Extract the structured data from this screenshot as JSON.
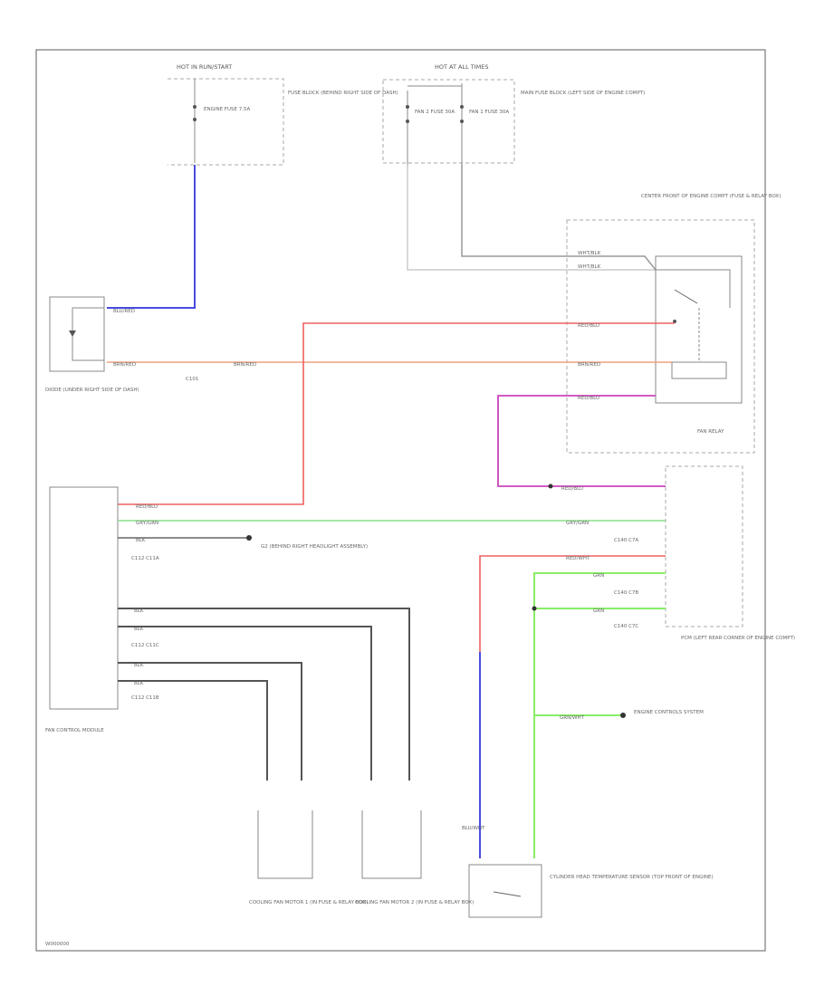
{
  "labels": {
    "hot_run_start": "HOT IN RUN/START",
    "engine_fuse": "ENGINE FUSE 7.5A",
    "fuse_block_dash": "FUSE BLOCK (BEHIND RIGHT SIDE OF DASH)",
    "hot_all_times": "HOT AT ALL TIMES",
    "fan2_fuse": "FAN 2 FUSE 30A",
    "fan1_fuse": "FAN 1 FUSE 30A",
    "main_fuse_block": "MAIN FUSE BLOCK (LEFT SIDE OF ENGINE COMPT)",
    "center_front": "CENTER FRONT OF ENGINE COMPT (FUSE & RELAY BOX)",
    "fan_relay": "FAN RELAY",
    "diode": "DIODE (UNDER RIGHT SIDE OF DASH)",
    "c_split": "C101",
    "g_ground": "G2 (BEHIND RIGHT HEADLIGHT ASSEMBLY)",
    "fan_control_module": "FAN CONTROL MODULE",
    "pcm": "PCM (LEFT REAR CORNER OF ENGINE COMPT)",
    "engine_controls": "ENGINE CONTROLS SYSTEM",
    "cyl_head_sensor": "CYLINDER HEAD TEMPERATURE SENSOR (TOP FRONT OF ENGINE)",
    "motor1": "COOLING FAN MOTOR 1 (IN FUSE & RELAY BOX)",
    "motor2": "COOLING FAN MOTOR 2 (IN FUSE & RELAY BOX)",
    "fig_id": "W000000"
  },
  "wires": {
    "blu_red": "BLU/RED",
    "brn_red": "BRN/RED",
    "red_blu": "RED/BLU",
    "wht_blk": "WHT/BLK",
    "gry_grn": "GRY/GRN",
    "blk": "BLK",
    "red_wht": "RED/WHT",
    "grn": "GRN",
    "grn_wht": "GRN/WHT",
    "red_blu_pin": "RED/BLU",
    "blu_wht": "BLU/WHT"
  },
  "connectors": {
    "c1": "C112 C11A",
    "c2": "C112 C11C",
    "c3": "C112 C11B",
    "p1": "C140 C7A",
    "p2": "C140 C7B",
    "p3": "C140 C7C"
  }
}
